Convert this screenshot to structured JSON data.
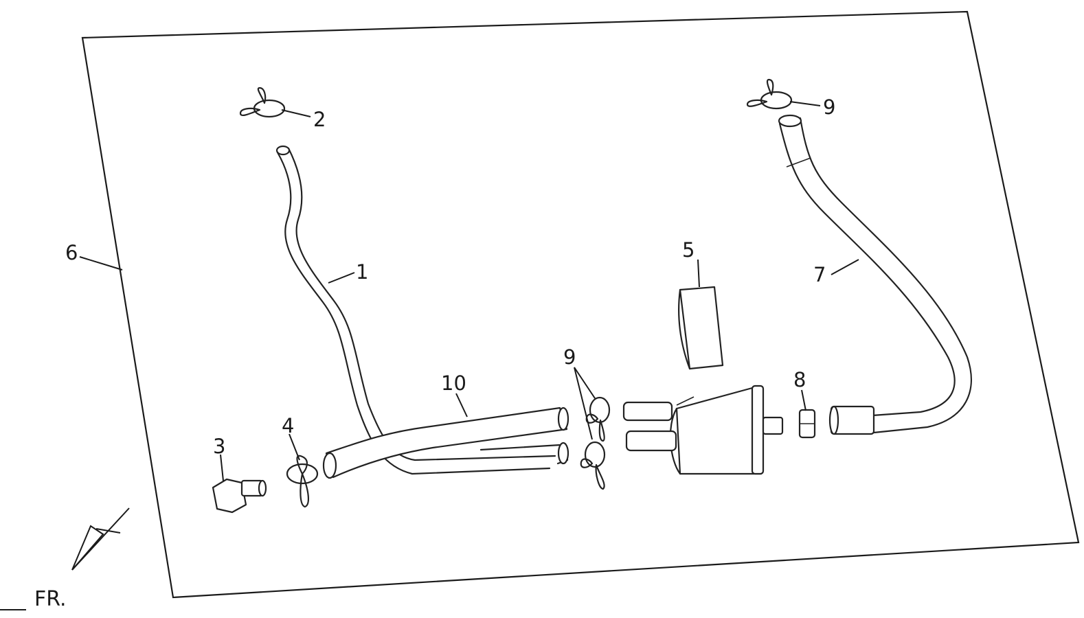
{
  "callouts": {
    "c1": "1",
    "c2": "2",
    "c3": "3",
    "c4": "4",
    "c5": "5",
    "c6": "6",
    "c7": "7",
    "c8": "8",
    "c9_top": "9",
    "c9_mid": "9",
    "c10": "10"
  },
  "direction_label": "FR.",
  "icons": {
    "clamp": "spring-clamp-icon",
    "direction": "front-arrow-icon"
  },
  "colors": {
    "line": "#1a1a1a",
    "background": "#ffffff"
  }
}
